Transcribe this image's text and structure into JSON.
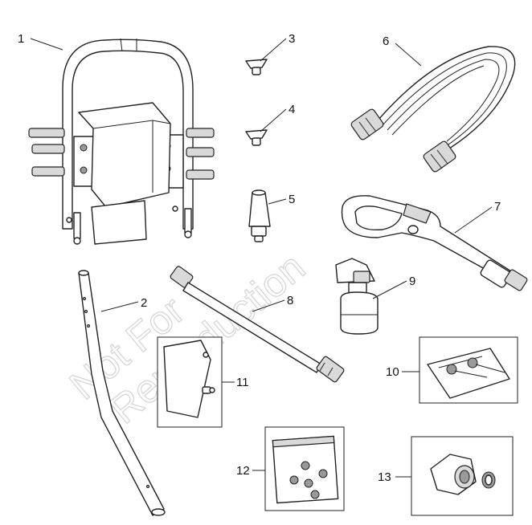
{
  "watermark": {
    "line1": "Not For",
    "line2": "Reproduction"
  },
  "parts": [
    {
      "num": "1",
      "icon": "handle-frame-icon"
    },
    {
      "num": "2",
      "icon": "lower-handle-tube-icon"
    },
    {
      "num": "3",
      "icon": "spray-nozzle-icon"
    },
    {
      "num": "4",
      "icon": "spray-nozzle-icon"
    },
    {
      "num": "5",
      "icon": "turbo-nozzle-icon"
    },
    {
      "num": "6",
      "icon": "high-pressure-hose-icon"
    },
    {
      "num": "7",
      "icon": "spray-gun-icon"
    },
    {
      "num": "8",
      "icon": "spray-wand-icon"
    },
    {
      "num": "9",
      "icon": "detergent-bottle-icon"
    },
    {
      "num": "10",
      "icon": "screw-bag-icon"
    },
    {
      "num": "11",
      "icon": "bracket-kit-icon"
    },
    {
      "num": "12",
      "icon": "oring-kit-icon"
    },
    {
      "num": "13",
      "icon": "hose-connector-icon"
    }
  ]
}
